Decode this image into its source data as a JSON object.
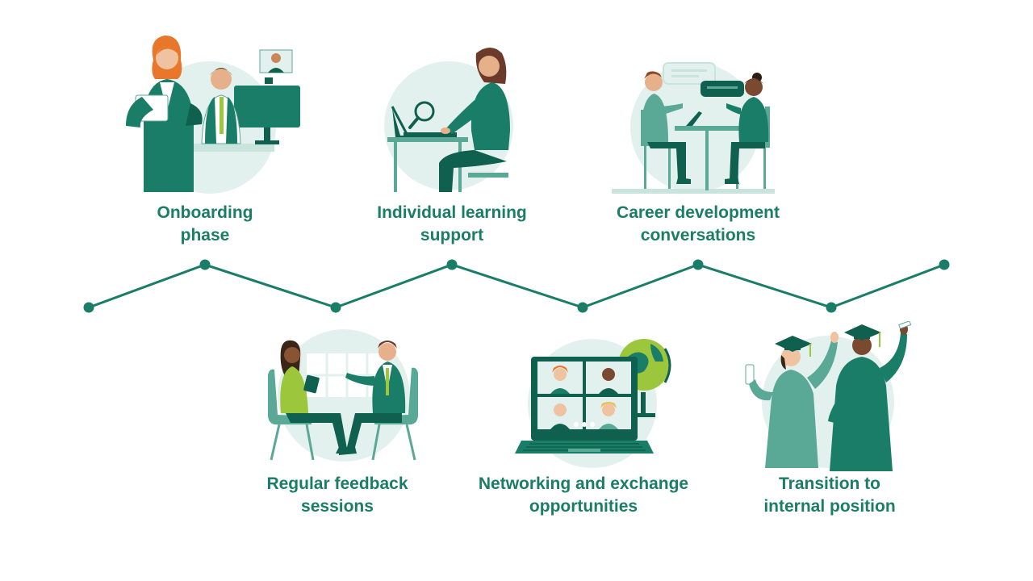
{
  "colors": {
    "primary": "#1a7d67",
    "dark": "#10604f",
    "mint": "#e3f1ee",
    "light": "#5aa896",
    "accent": "#9cc63b",
    "hair_orange": "#e8762b"
  },
  "stages": [
    {
      "id": "onboarding",
      "icon": "onboarding-illustration",
      "lines": [
        "Onboarding",
        "phase"
      ]
    },
    {
      "id": "feedback",
      "icon": "feedback-illustration",
      "lines": [
        "Regular feedback",
        "sessions"
      ]
    },
    {
      "id": "learning",
      "icon": "learning-illustration",
      "lines": [
        "Individual learning",
        "support"
      ]
    },
    {
      "id": "networking",
      "icon": "networking-illustration",
      "lines": [
        "Networking and exchange",
        "opportunities"
      ]
    },
    {
      "id": "career",
      "icon": "career-illustration",
      "lines": [
        "Career development",
        "conversations"
      ]
    },
    {
      "id": "transition",
      "icon": "graduation-illustration",
      "lines": [
        "Transition to",
        "internal position"
      ]
    }
  ]
}
